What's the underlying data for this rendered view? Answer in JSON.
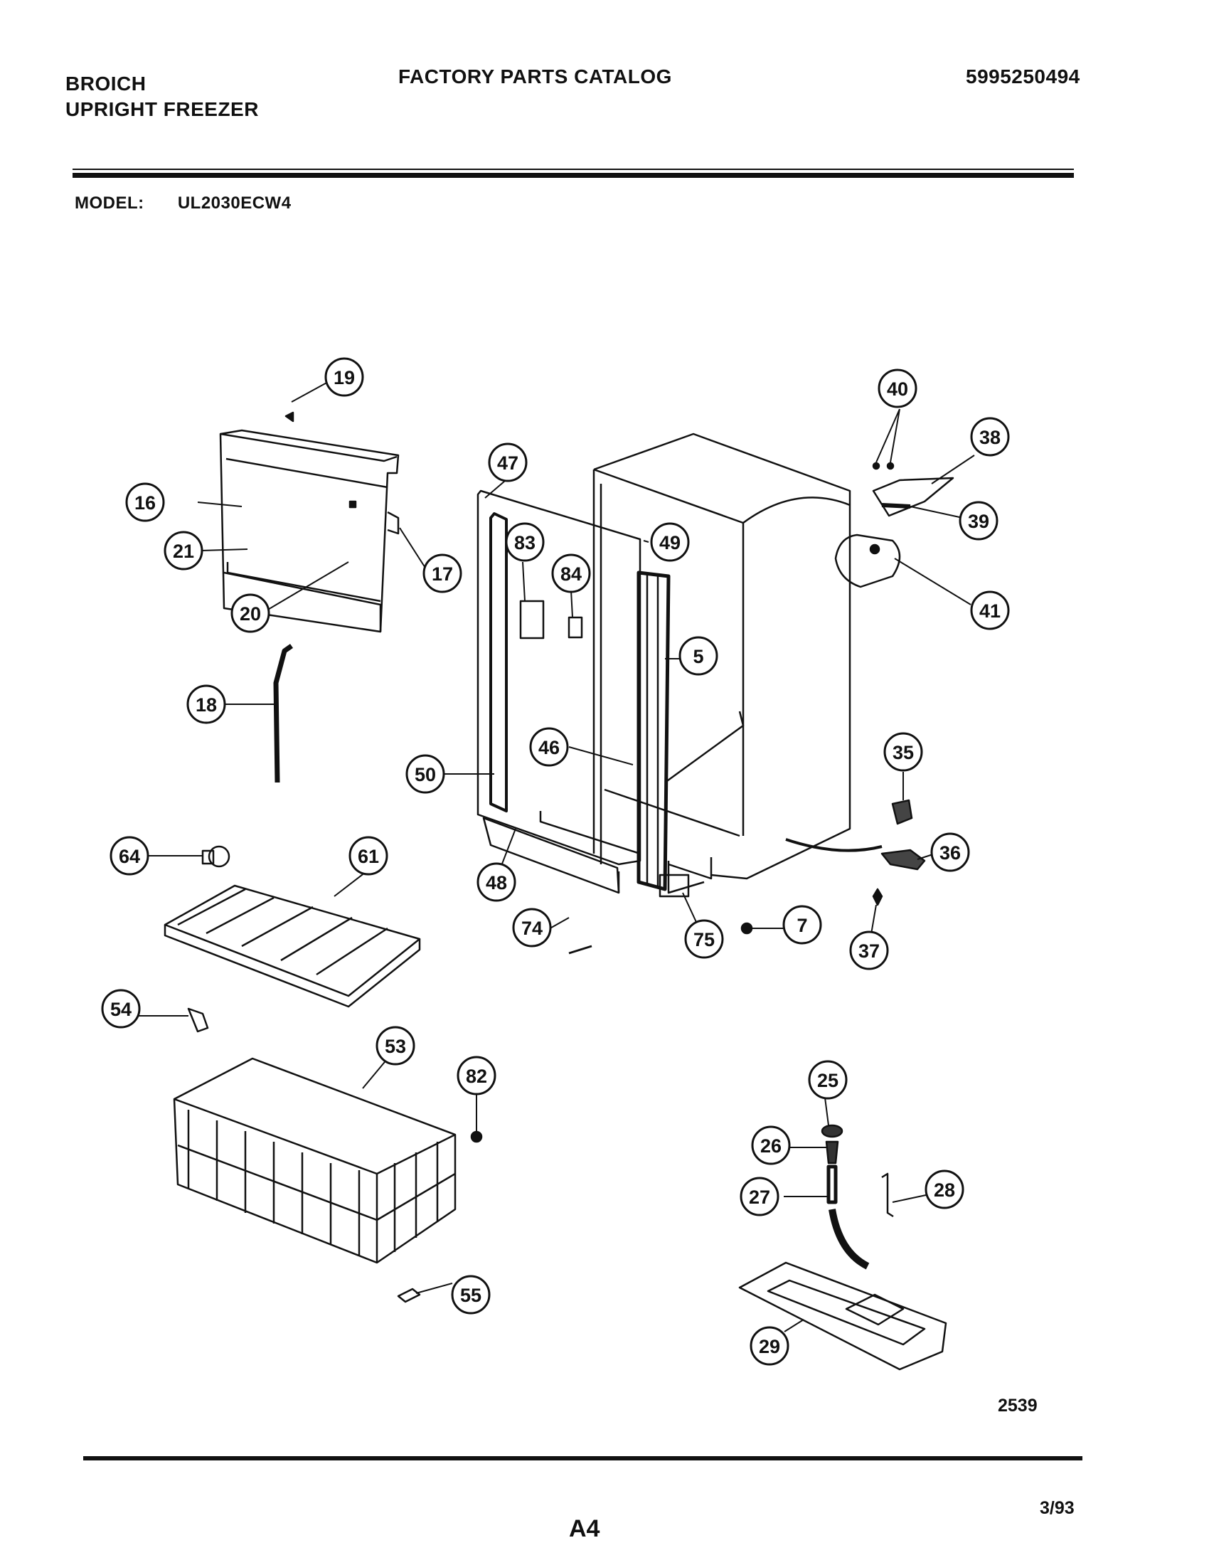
{
  "header": {
    "brand_line1": "BROICH",
    "brand_line2": "UPRIGHT FREEZER",
    "catalog_title": "FACTORY PARTS CATALOG",
    "part_number": "5995250494",
    "model_label": "MODEL:",
    "model_value": "UL2030ECW4"
  },
  "diagram": {
    "callouts": [
      "19",
      "16",
      "21",
      "17",
      "20",
      "18",
      "47",
      "83",
      "84",
      "49",
      "5",
      "46",
      "50",
      "48",
      "74",
      "75",
      "7",
      "40",
      "38",
      "39",
      "41",
      "35",
      "36",
      "37",
      "64",
      "61",
      "54",
      "53",
      "82",
      "55",
      "25",
      "26",
      "27",
      "28",
      "29"
    ],
    "figure_number": "2539"
  },
  "footer": {
    "page_id": "A4",
    "date": "3/93"
  }
}
